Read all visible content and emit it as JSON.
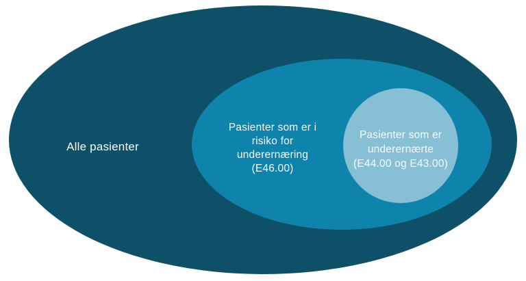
{
  "diagram": {
    "type": "nested-venn",
    "background_color": "#ffffff",
    "text_color": "#f8fbfc",
    "outer": {
      "label": "Alle pasienter",
      "color": "#0e5068"
    },
    "middle": {
      "label": "Pasienter som er i\nrisiko for\nunderernæring\n(E46.00)",
      "color": "#0e84ac"
    },
    "inner": {
      "label": "Pasienter som er\nunderernærte\n(E44.00 og E43.00)",
      "color": "#87bfd5"
    }
  }
}
